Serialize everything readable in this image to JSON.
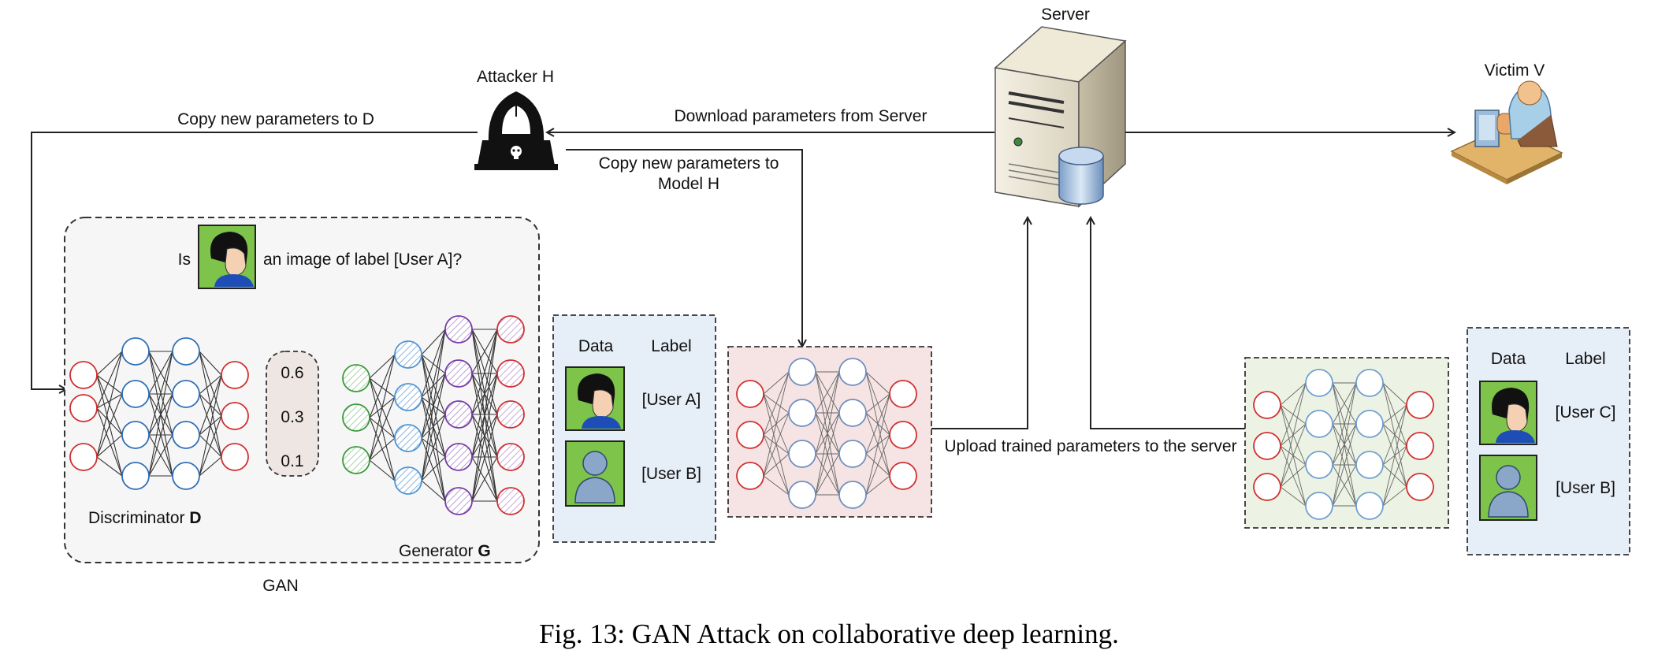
{
  "labels": {
    "server": "Server",
    "attacker": "Attacker H",
    "victim": "Victim V",
    "copy_to_d": "Copy new parameters to D",
    "download": "Download parameters from Server",
    "copy_to_model_line1": "Copy new parameters to",
    "copy_to_model_line2": "Model H",
    "is_prefix": "Is",
    "question_suffix": "an image of label [User A]?",
    "prob_1": "0.6",
    "prob_2": "0.3",
    "prob_3": "0.1",
    "discriminator": "Discriminator ",
    "discriminator_symbol": "D",
    "generator": "Generator ",
    "generator_symbol": "G",
    "gan": "GAN",
    "upload": "Upload trained parameters to the server",
    "caption": "Fig. 13: GAN Attack on collaborative deep learning."
  },
  "attacker_table": {
    "data_header": "Data",
    "label_header": "Label",
    "rows": [
      "[User A]",
      "[User B]"
    ]
  },
  "victim_table": {
    "data_header": "Data",
    "label_header": "Label",
    "rows": [
      "[User C]",
      "[User B]"
    ]
  },
  "colors": {
    "red_node": "#d03030",
    "blue_node": "#2f6fb8",
    "green_node": "#3a9a3a",
    "purple_node": "#7a3aa8",
    "gan_bg": "#f6f6f6",
    "table_bg": "#e6eef7",
    "attacker_model_bg": "#f6e3e3",
    "victim_model_bg": "#edf3e4",
    "face_bg": "#7ec34a"
  }
}
